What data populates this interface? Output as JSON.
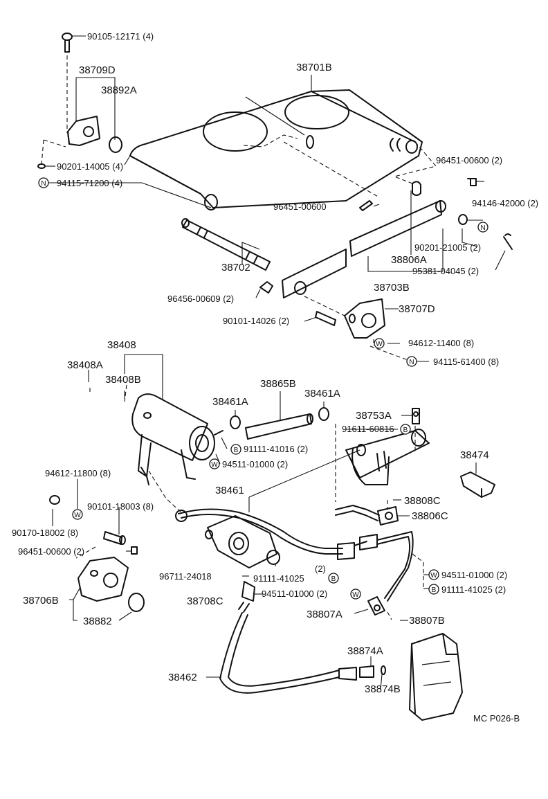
{
  "labels": {
    "l1": "90105-12171 (4)",
    "l2": "38709D",
    "l3": "38892A",
    "l4": "38701B",
    "l5": "90201-14005 (4)",
    "l6": "94115-71200 (4)",
    "l7": "96451-00600 (2)",
    "l8": "96451-00600",
    "l9": "94146-42000 (2)",
    "l10": "90201-21005 (2)",
    "l11": "38806A",
    "l12": "95381-04045 (2)",
    "l13": "38702",
    "l14": "38703B",
    "l15": "96456-00609 (2)",
    "l16": "38707D",
    "l17": "90101-14026 (2)",
    "l18": "94612-11400 (8)",
    "l19": "94115-61400 (8)",
    "l20": "38408",
    "l21": "38408A",
    "l22": "38408B",
    "l23": "38865B",
    "l24": "38461A",
    "l25": "38461A",
    "l26": "38753A",
    "l27": "91611-60816",
    "l28": "91111-41016 (2)",
    "l29": "94511-01000 (2)",
    "l30": "38474",
    "l31": "94612-11800 (8)",
    "l32": "38461",
    "l33": "38808C",
    "l34": "90101-18003 (8)",
    "l35": "38806C",
    "l36": "90170-18002 (8)",
    "l37": "96451-00600 (2)",
    "l38": "(2)",
    "l39": "96711-24018",
    "l40": "91111-41025",
    "l41": "94511-01000 (2)",
    "l42": "91111-41025 (2)",
    "l43": "38706B",
    "l44": "38708C",
    "l45": "94511-01000 (2)",
    "l46": "38882",
    "l47": "38807A",
    "l48": "38807B",
    "l49": "38874A",
    "l50": "38462",
    "l51": "38874B",
    "l52": "MC P026-B"
  },
  "symbols": {
    "n": "N",
    "w": "W",
    "b": "B"
  }
}
